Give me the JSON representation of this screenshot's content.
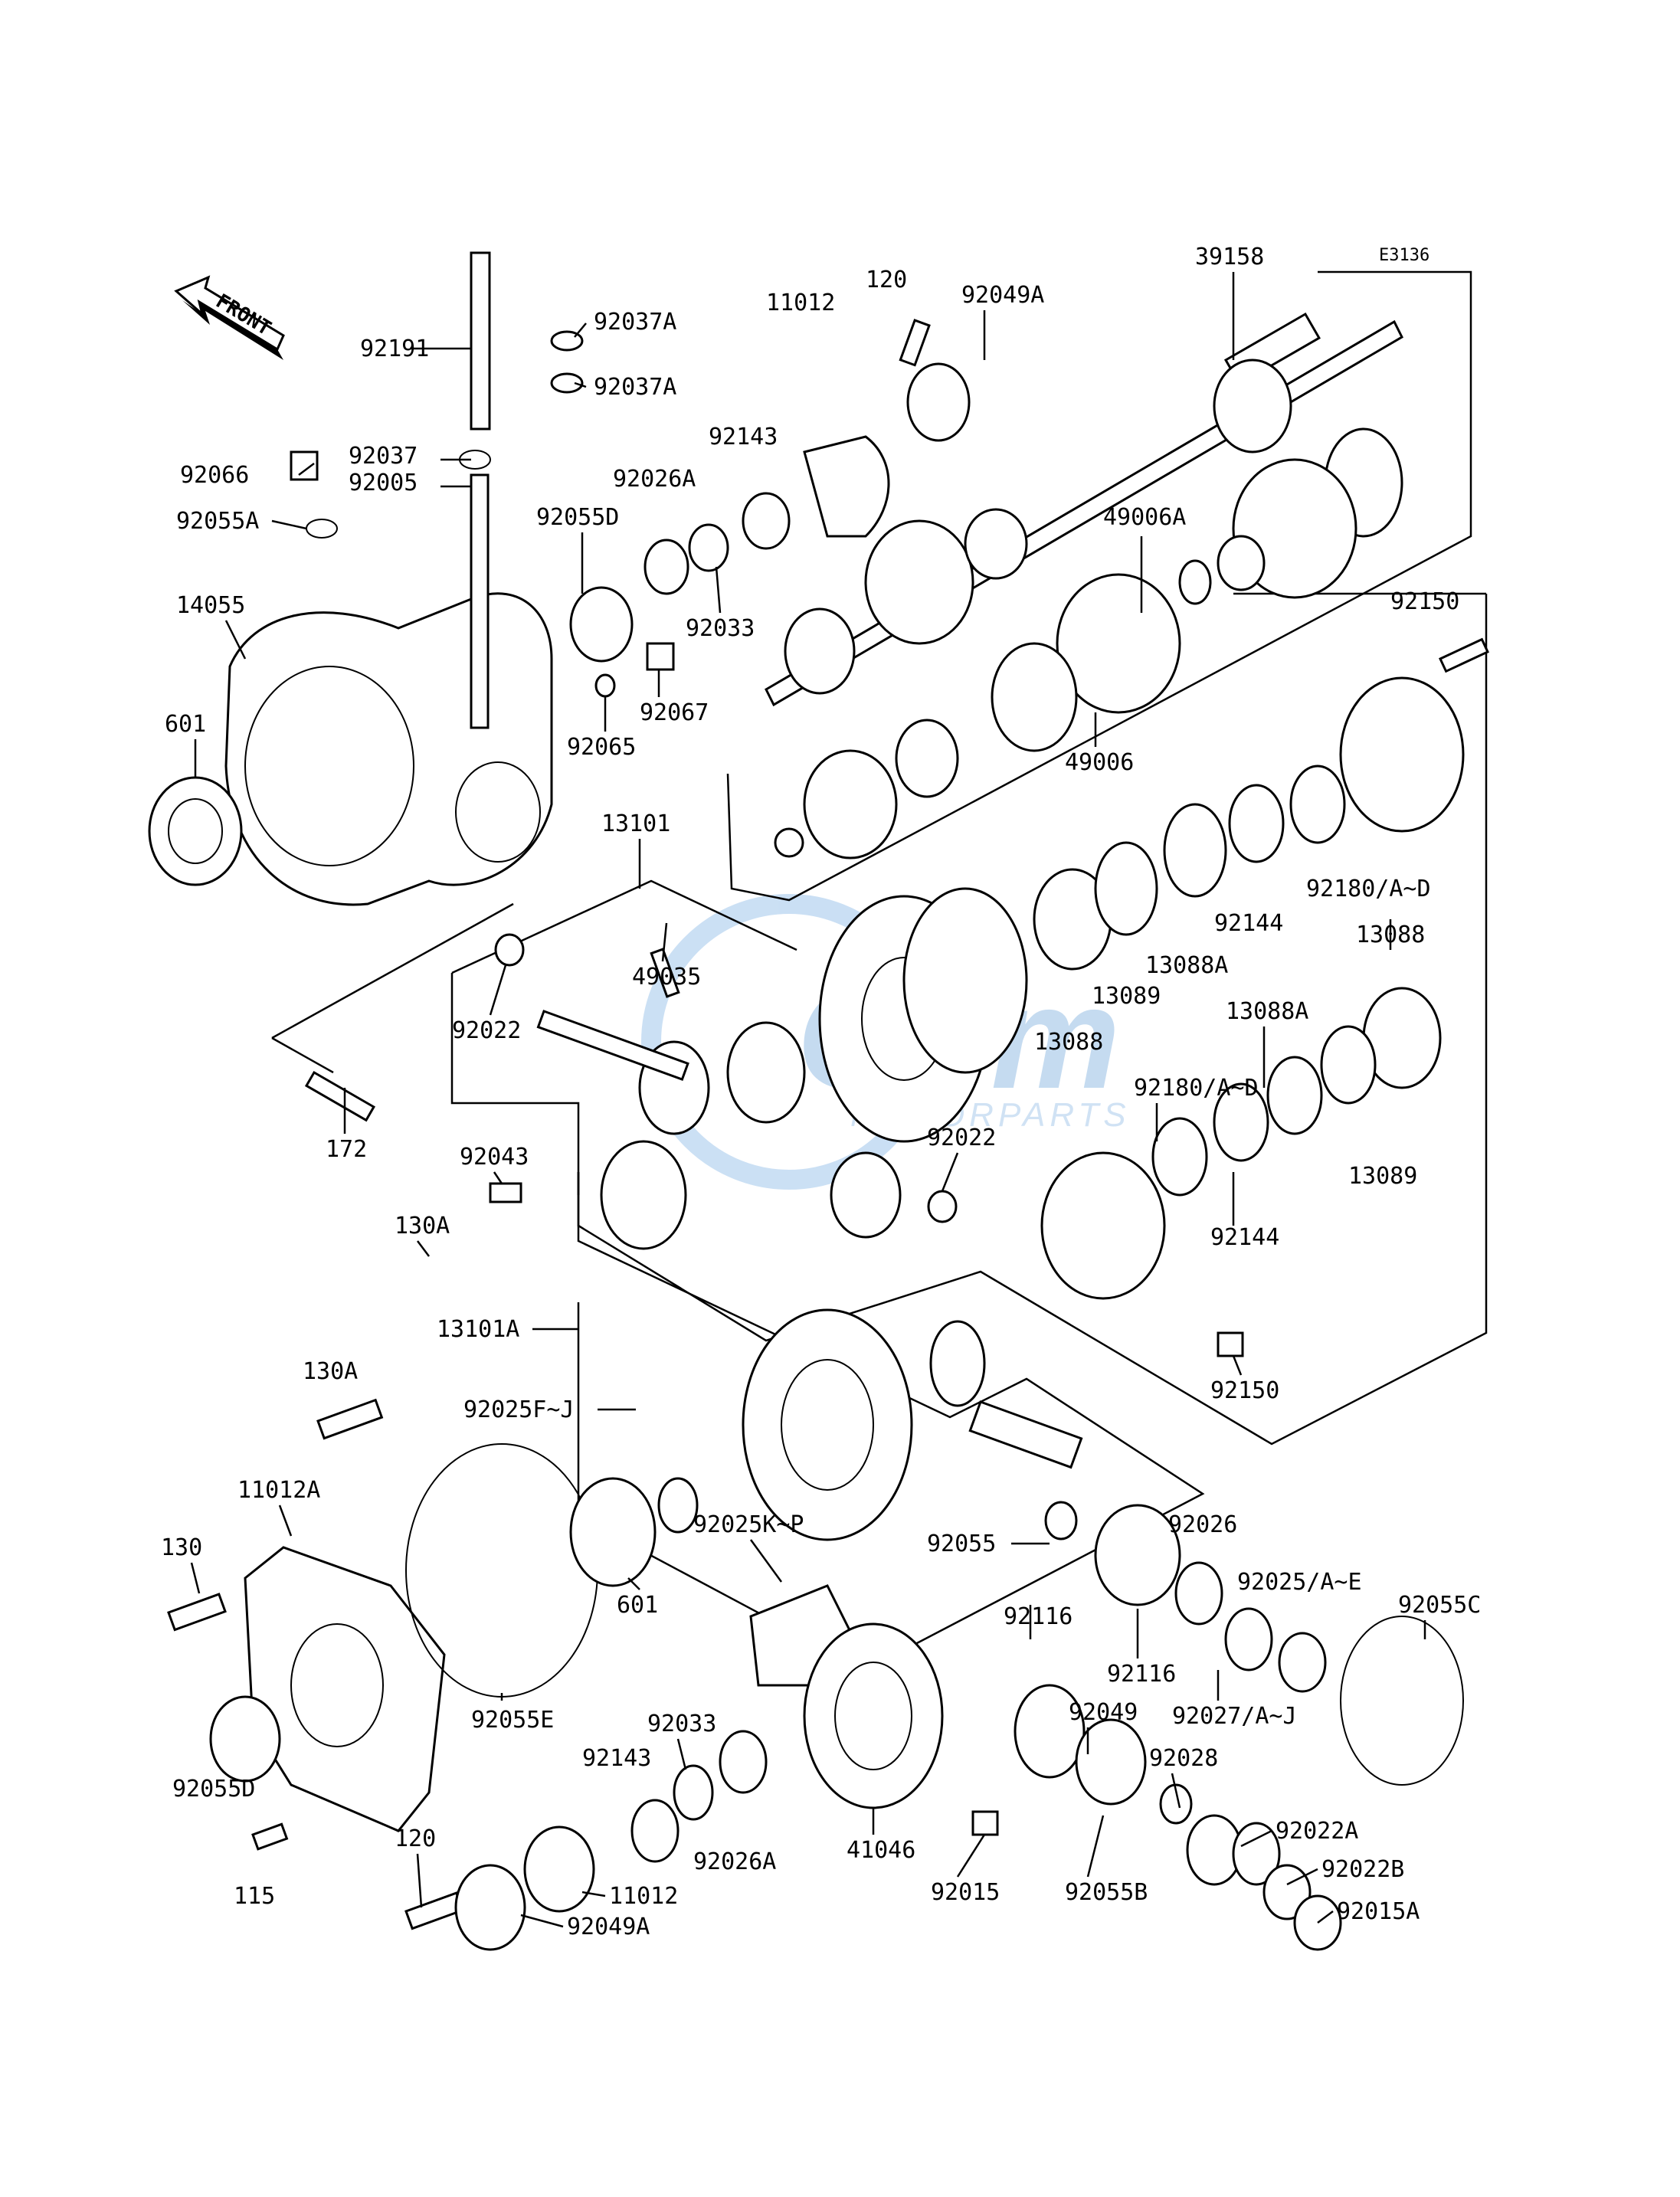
{
  "diagram": {
    "code": "E3136",
    "front_label": "FRONT",
    "watermark": {
      "main": "Gem",
      "sub": "MOTORPARTS"
    },
    "labels": [
      "39158",
      "92049A",
      "120",
      "11012",
      "92037A",
      "92037A",
      "92191",
      "92037",
      "92005",
      "92066",
      "92055A",
      "92026A",
      "92143",
      "92055D",
      "49006A",
      "14055",
      "92033",
      "92067",
      "92065",
      "601",
      "49006",
      "92150",
      "13101",
      "49035",
      "92022",
      "13088",
      "92180/A~D",
      "92144",
      "13088A",
      "13089",
      "13088",
      "172",
      "13088A",
      "92180/A~D",
      "92022",
      "92043",
      "13089",
      "130A",
      "92144",
      "13101A",
      "92150",
      "130A",
      "92025F~J",
      "11012A",
      "92025K~P",
      "92055",
      "92026",
      "130",
      "92025/A~E",
      "92055C",
      "601",
      "92116",
      "92116",
      "92033",
      "92049",
      "92027/A~J",
      "92055E",
      "92143",
      "92028",
      "92055D",
      "41046",
      "92022A",
      "120",
      "115",
      "11012",
      "92026A",
      "92015",
      "92055B",
      "92022B",
      "92049A",
      "92015A"
    ]
  }
}
